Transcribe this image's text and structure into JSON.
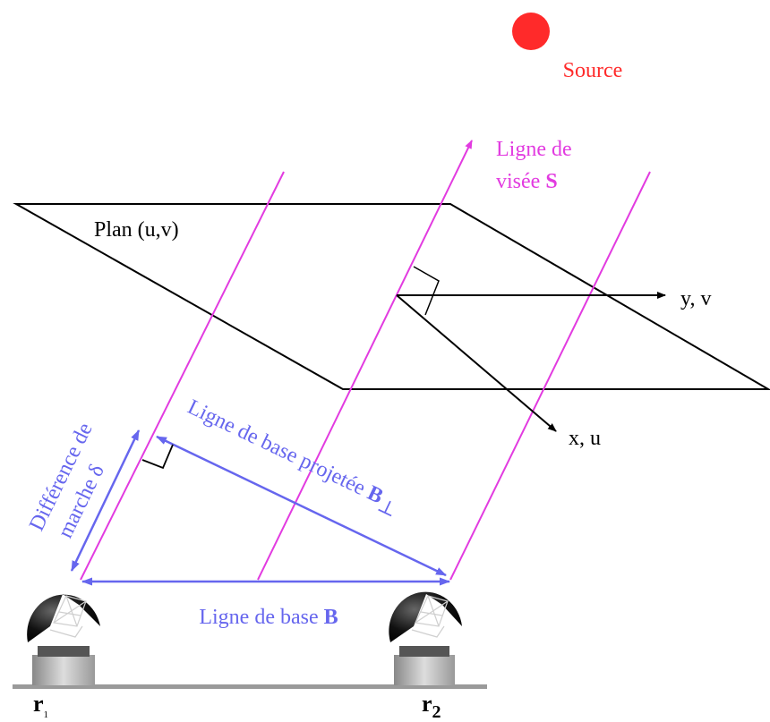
{
  "source": {
    "label": "Source",
    "color": "#ff2a2a"
  },
  "line_of_sight": {
    "line1": "Ligne de",
    "line2": "visée",
    "symbol": "S",
    "color": "#e23be0"
  },
  "plane": {
    "label": "Plan (u,v)"
  },
  "axes": {
    "y_label": "y, v",
    "x_label": "x, u"
  },
  "path_difference": {
    "line1": "Différence de",
    "line2": "marche δ",
    "color": "#6666ee"
  },
  "projected_baseline": {
    "label": "Ligne de base projetée",
    "symbol": "B",
    "subscript": "⊥",
    "color": "#6666ee"
  },
  "baseline": {
    "label": "Ligne de base",
    "symbol": "B",
    "color": "#6666ee"
  },
  "antennas": [
    {
      "label": "r",
      "subscript": "1"
    },
    {
      "label": "r",
      "subscript": "2"
    }
  ]
}
